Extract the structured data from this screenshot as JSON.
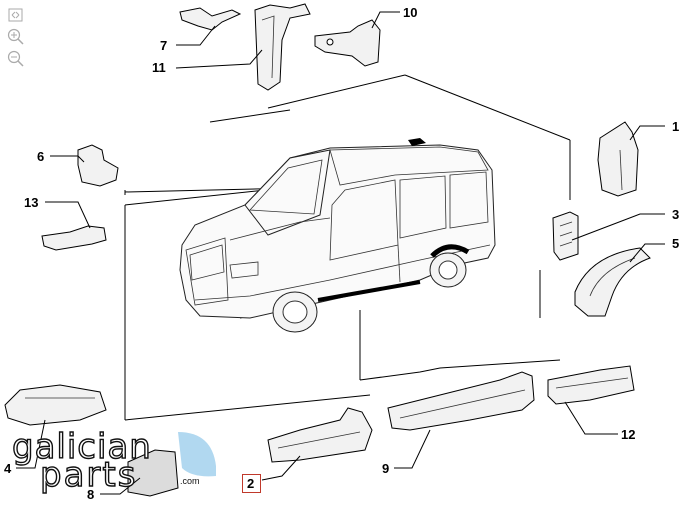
{
  "toolbar": {
    "fit_icon": "fit-to-screen-icon",
    "zoom_in_icon": "zoom-in-icon",
    "zoom_out_icon": "zoom-out-icon"
  },
  "callouts": [
    {
      "id": "1",
      "label": "1"
    },
    {
      "id": "2",
      "label": "2",
      "highlighted": true
    },
    {
      "id": "3",
      "label": "3"
    },
    {
      "id": "4",
      "label": "4"
    },
    {
      "id": "5",
      "label": "5"
    },
    {
      "id": "6",
      "label": "6"
    },
    {
      "id": "7",
      "label": "7"
    },
    {
      "id": "8",
      "label": "8"
    },
    {
      "id": "9",
      "label": "9"
    },
    {
      "id": "10",
      "label": "10"
    },
    {
      "id": "11",
      "label": "11"
    },
    {
      "id": "12",
      "label": "12"
    },
    {
      "id": "13",
      "label": "13"
    }
  ],
  "watermark": {
    "line1": "galician",
    "line2": "parts",
    "suffix": ".com",
    "accent_color": "#a8d4ee"
  },
  "highlight_color": "#c0392b"
}
